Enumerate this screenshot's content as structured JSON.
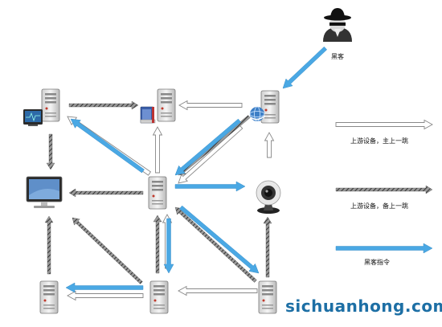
{
  "legend": {
    "upstream_primary": "上游设备，主上一跳",
    "upstream_backup": "上游设备，备上一跳",
    "hacker_command": "黑客指令"
  },
  "hacker_label": "黑客",
  "watermark": "sichuanhong.com",
  "colors": {
    "primary_arrow_fill": "#ffffff",
    "primary_arrow_stroke": "#888888",
    "backup_arrow_fill": "#555555",
    "command_arrow": "#4aa8e4",
    "watermark": "#1d6fa5"
  },
  "nodes": [
    {
      "id": "hacker",
      "kind": "hacker-icon"
    },
    {
      "id": "server-monitor",
      "kind": "server-with-monitor-icon"
    },
    {
      "id": "server-book",
      "kind": "server-with-book-icon"
    },
    {
      "id": "server-globe",
      "kind": "server-with-globe-icon"
    },
    {
      "id": "desktop",
      "kind": "desktop-monitor-icon"
    },
    {
      "id": "server-center",
      "kind": "server-icon"
    },
    {
      "id": "webcam",
      "kind": "webcam-icon"
    },
    {
      "id": "server-bottom-left",
      "kind": "server-icon"
    },
    {
      "id": "server-bottom-middle",
      "kind": "server-icon"
    },
    {
      "id": "server-bottom-right",
      "kind": "server-icon"
    }
  ]
}
